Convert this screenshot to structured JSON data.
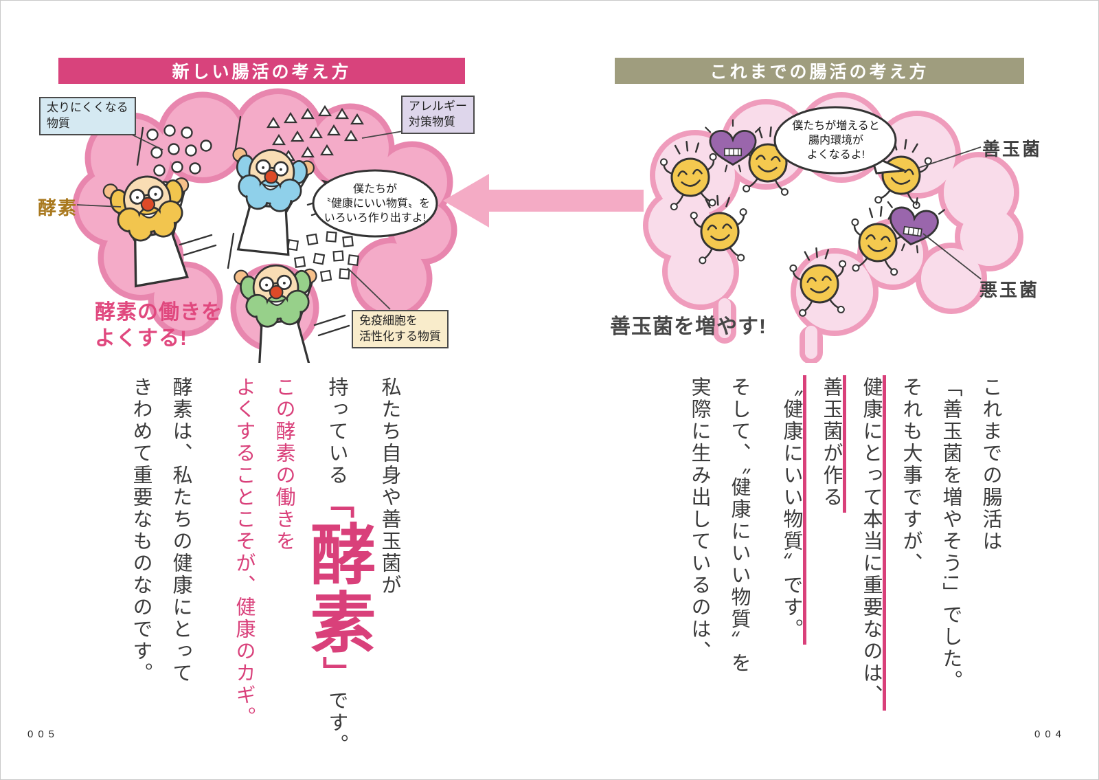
{
  "page_left": {
    "page_number": "005",
    "banner": "新しい腸活の考え方",
    "callouts": {
      "fat": [
        "太りにくくなる",
        "物質"
      ],
      "allergy": [
        "アレルギー",
        "対策物質"
      ],
      "immune": [
        "免疫細胞を",
        "活性化する物質"
      ]
    },
    "enzyme_label": "酵素",
    "caption": [
      "酵素の働きを",
      "よくする!"
    ],
    "bubble": [
      "僕たちが",
      "〝健康にいい物質〟を",
      "いろいろ作り出すよ!"
    ],
    "body": {
      "col1": "私たち自身や善玉菌が",
      "col2_pre": "持っている",
      "col2_open": "「",
      "col2_big": "酵素",
      "col2_close": "」",
      "col2_post": "です。",
      "col3": "この酵素の働きを",
      "col4": "よくすることこそが、健康のカギ。",
      "col5": "酵素は、私たちの健康にとって",
      "col6": "きわめて重要なものなのです。"
    }
  },
  "page_right": {
    "page_number": "004",
    "banner": "これまでの腸活の考え方",
    "labels": {
      "good": "善玉菌",
      "bad": "悪玉菌"
    },
    "caption": "善玉菌を増やす!",
    "bubble": [
      "僕たちが増えると",
      "腸内環境が",
      "よくなるよ!"
    ],
    "body": {
      "col1": "これまでの腸活は",
      "col2": "「善玉菌を増やそう!」でした。",
      "col3": "それも大事ですが、",
      "col4": "健康にとって本当に重要なのは、",
      "col5": "善玉菌が作る",
      "col6": "〝健康にいい物質〟です。",
      "col7": "そして、〝健康にいい物質〟を",
      "col8": "実際に生み出しているのは、"
    }
  },
  "colors": {
    "banner_new": "#d8437c",
    "banner_old": "#9f9d7e",
    "accent_pink": "#d9407a",
    "enzyme_gold": "#a9791f",
    "intestine_left_fill": "#f4abc8",
    "intestine_left_stroke": "#e886ae",
    "intestine_right_fill": "#f9dcea",
    "intestine_right_stroke": "#ef9cbc",
    "bacteria_yellow": "#f4c94f",
    "bacteria_purple": "#9a66ac",
    "arrow_pink": "#f4abc5",
    "callout_fat_bg": "#d5e9f2",
    "callout_allergy_bg": "#ded6eb",
    "callout_immune_bg": "#f9eccb"
  }
}
